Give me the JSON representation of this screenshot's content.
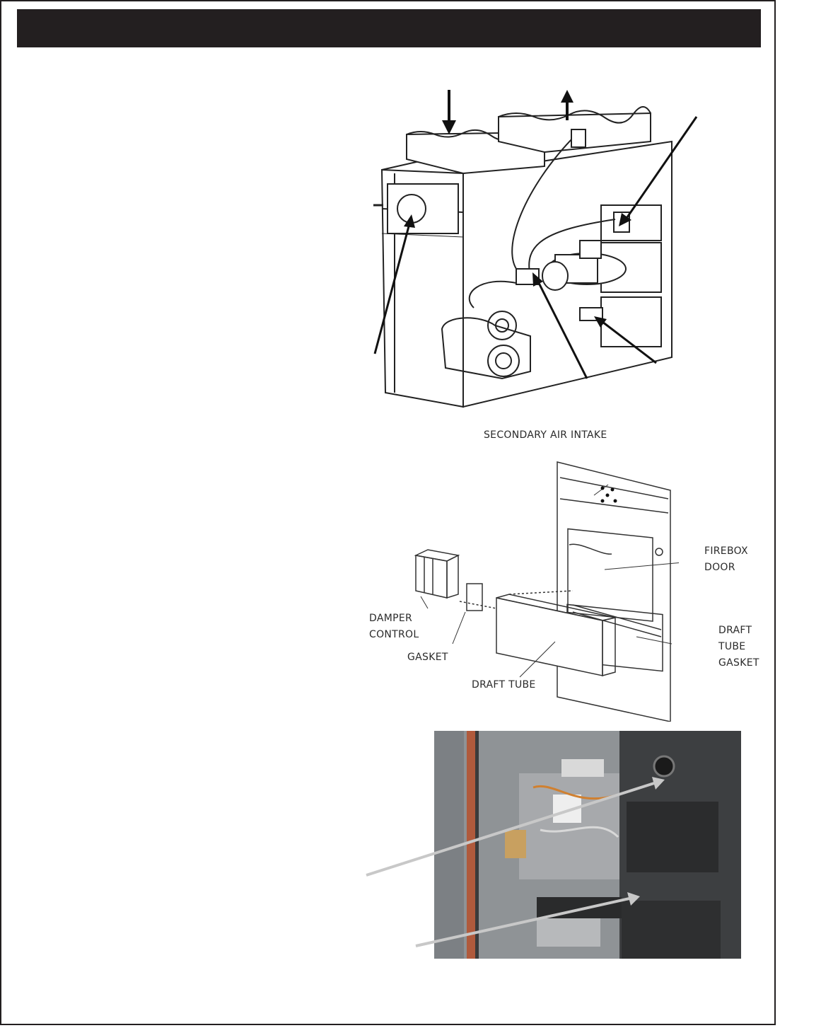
{
  "page": {
    "header_bar_color": "#231f20",
    "border_color": "#231f20"
  },
  "figures": {
    "furnace_diagram": {
      "name": "furnace-wiring-diagram"
    },
    "exploded_view": {
      "labels": {
        "secondary_air_intake": "SECONDARY AIR INTAKE",
        "firebox_door": "FIREBOX\nDOOR",
        "damper_control": "DAMPER\nCONTROL",
        "draft_tube_gasket": "DRAFT\nTUBE\nGASKET",
        "gasket": "GASKET",
        "draft_tube": "DRAFT TUBE"
      }
    },
    "photo": {
      "name": "furnace-photo"
    }
  }
}
